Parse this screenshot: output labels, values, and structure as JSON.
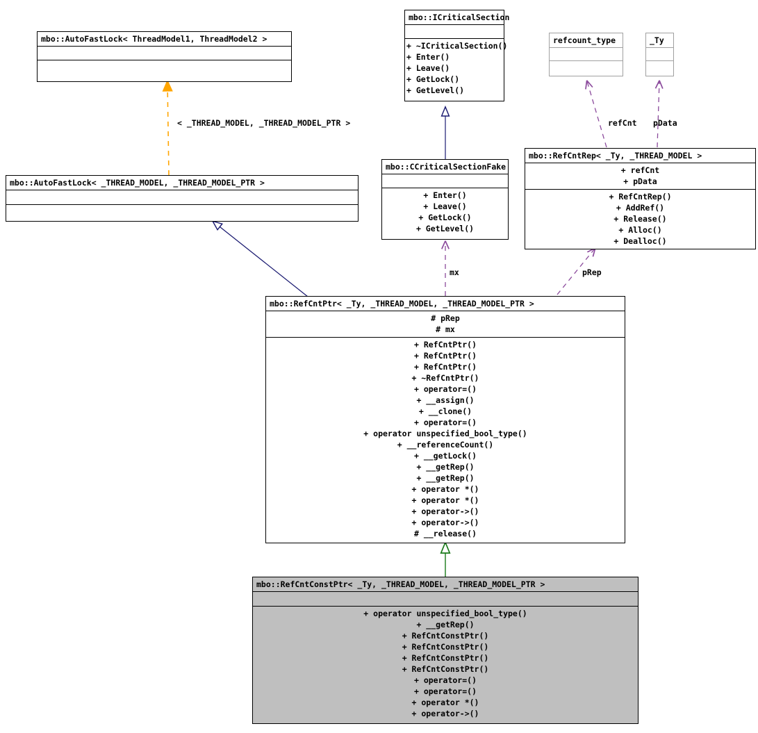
{
  "diagram": {
    "type": "uml-class-diagram",
    "background": "#ffffff",
    "colors": {
      "inheritance_solid": "#191970",
      "inheritance_green": "#1a7a1a",
      "template_dashed_orange": "#ffa500",
      "usage_dashed_purple": "#8b4a9c",
      "box_border": "#000000",
      "box_border_gray": "#a0a0a0",
      "box_fill_highlight": "#bfbfbf"
    }
  },
  "classes": {
    "autofastlock_thread": {
      "title": "mbo::AutoFastLock< ThreadModel1, ThreadModel2 >",
      "attributes": [],
      "methods": []
    },
    "icriticalsection": {
      "title": "mbo::ICriticalSection",
      "attributes": [],
      "methods": [
        "+ ~ICriticalSection()",
        "+ Enter()",
        "+ Leave()",
        "+ GetLock()",
        "+ GetLevel()"
      ]
    },
    "refcount_type": {
      "title": "refcount_type",
      "attributes": [],
      "methods": []
    },
    "ty": {
      "title": "_Ty",
      "attributes": [],
      "methods": []
    },
    "autofastlock_model": {
      "title": "mbo::AutoFastLock< _THREAD_MODEL, _THREAD_MODEL_PTR >",
      "attributes": [],
      "methods": []
    },
    "ccriticalsectionfake": {
      "title": "mbo::CCriticalSectionFake",
      "attributes": [],
      "methods": [
        "+ Enter()",
        "+ Leave()",
        "+ GetLock()",
        "+ GetLevel()"
      ]
    },
    "refcntrep": {
      "title": "mbo::RefCntRep< _Ty, _THREAD_MODEL >",
      "attributes": [
        "+ refCnt",
        "+ pData"
      ],
      "methods": [
        "+ RefCntRep()",
        "+ AddRef()",
        "+ Release()",
        "+ Alloc()",
        "+ Dealloc()"
      ]
    },
    "refcntptr": {
      "title": "mbo::RefCntPtr< _Ty, _THREAD_MODEL, _THREAD_MODEL_PTR >",
      "attributes": [
        "# pRep",
        "# mx"
      ],
      "methods": [
        "+ RefCntPtr()",
        "+ RefCntPtr()",
        "+ RefCntPtr()",
        "+ ~RefCntPtr()",
        "+ operator=()",
        "+ __assign()",
        "+ __clone()",
        "+ operator=()",
        "+ operator unspecified_bool_type()",
        "+ __referenceCount()",
        "+ __getLock()",
        "+ __getRep()",
        "+ __getRep()",
        "+ operator *()",
        "+ operator *()",
        "+ operator->()",
        "+ operator->()",
        "# __release()"
      ]
    },
    "refcntconstptr": {
      "title": "mbo::RefCntConstPtr< _Ty, _THREAD_MODEL, _THREAD_MODEL_PTR >",
      "attributes": [],
      "methods": [
        "+ operator unspecified_bool_type()",
        "+ __getRep()",
        "+ RefCntConstPtr()",
        "+ RefCntConstPtr()",
        "+ RefCntConstPtr()",
        "+ RefCntConstPtr()",
        "+ operator=()",
        "+ operator=()",
        "+ operator *()",
        "+ operator->()"
      ]
    }
  },
  "edge_labels": {
    "template_binding": "< _THREAD_MODEL, _THREAD_MODEL_PTR >",
    "refcnt": "refCnt",
    "pdata": "pData",
    "mx": "mx",
    "prep": "pRep"
  }
}
